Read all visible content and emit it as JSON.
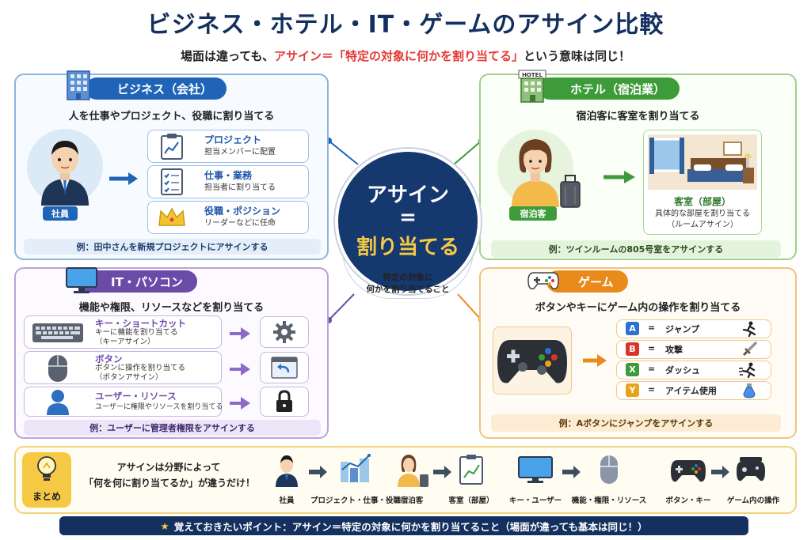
{
  "title": "ビジネス・ホテル・IT・ゲームのアサイン比較",
  "subtitle": {
    "before": "場面は違っても、",
    "highlight": "アサイン＝「特定の対象に何かを割り当てる」",
    "after": "という意味は同じ！"
  },
  "center": {
    "line1": "アサイン",
    "eq": "=",
    "line2": "割り当てる",
    "desc1": "特定の対象に",
    "desc2": "何かを割り当てること"
  },
  "business": {
    "heading": "ビジネス（会社）",
    "sub": "人を仕事やプロジェクト、役職に割り当てる",
    "person_label": "社員",
    "items": [
      {
        "title": "プロジェクト",
        "desc": "担当メンバーに配置"
      },
      {
        "title": "仕事・業務",
        "desc": "担当者に割り当てる"
      },
      {
        "title": "役職・ポジション",
        "desc": "リーダーなどに任命"
      }
    ],
    "example": "例：田中さんを新規プロジェクトにアサインする"
  },
  "hotel": {
    "heading": "ホテル（宿泊業）",
    "sub": "宿泊客に客室を割り当てる",
    "sign": "HOTEL",
    "person_label": "宿泊客",
    "room_title": "客室（部屋）",
    "room_desc1": "具体的な部屋を割り当てる",
    "room_desc2": "（ルームアサイン）",
    "example": "例：ツインルームの805号室をアサインする"
  },
  "it": {
    "heading": "IT・パソコン",
    "sub": "機能や権限、リソースなどを割り当てる",
    "items": [
      {
        "title": "キー・ショートカット",
        "desc1": "キーに機能を割り当てる",
        "desc2": "（キーアサイン）"
      },
      {
        "title": "ボタン",
        "desc1": "ボタンに操作を割り当てる",
        "desc2": "（ボタンアサイン）"
      },
      {
        "title": "ユーザー・リソース",
        "desc1": "ユーザーに権限やリソースを割り当てる",
        "desc2": ""
      }
    ],
    "example": "例：ユーザーに管理者権限をアサインする"
  },
  "game": {
    "heading": "ゲーム",
    "sub": "ボタンやキーにゲーム内の操作を割り当てる",
    "rows": [
      {
        "key": "A",
        "eq": "=",
        "action": "ジャンプ",
        "color": "#2e6fd0",
        "icon": "running-icon"
      },
      {
        "key": "B",
        "eq": "=",
        "action": "攻撃",
        "color": "#d9342b",
        "icon": "sword-icon"
      },
      {
        "key": "X",
        "eq": "=",
        "action": "ダッシュ",
        "color": "#3c9a3a",
        "icon": "dash-icon"
      },
      {
        "key": "Y",
        "eq": "=",
        "action": "アイテム使用",
        "color": "#e8a21b",
        "icon": "potion-icon"
      }
    ],
    "example": "例：Aボタンにジャンプをアサインする"
  },
  "summary": {
    "badge": "まとめ",
    "text1": "アサインは分野によって",
    "text2": "「何を何に割り当てるか」が違うだけ！",
    "flow": [
      "社員",
      "プロジェクト・仕事・役職",
      "宿泊客",
      "客室（部屋）",
      "キー・ユーザー",
      "機能・権限・リソース",
      "ボタン・キー",
      "ゲーム内の操作"
    ]
  },
  "bottom": {
    "star": "★",
    "text": "覚えておきたいポイント：アサイン＝特定の対象に何かを割り当てること（場面が違っても基本は同じ！）"
  },
  "colors": {
    "navy": "#13305f",
    "business": "#2064b8",
    "hotel": "#3d9b3a",
    "it": "#6b4ba8",
    "game": "#e98b1c",
    "accent_red": "#e53935",
    "accent_yellow": "#f6c945"
  }
}
